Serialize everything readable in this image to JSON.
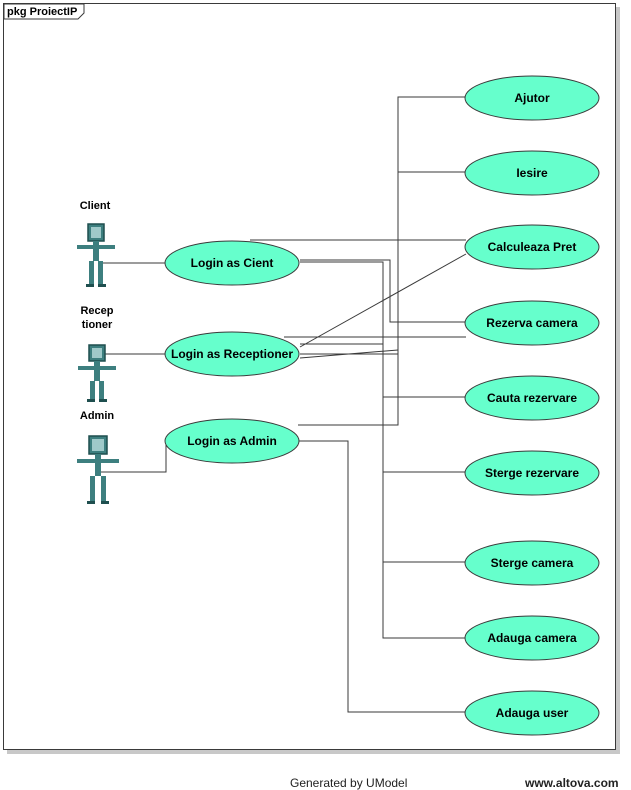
{
  "package": {
    "label": "pkg ProiectIP"
  },
  "actors": [
    {
      "id": "client",
      "lines": [
        "Client"
      ]
    },
    {
      "id": "receptioner",
      "lines": [
        "Recep",
        "tioner"
      ]
    },
    {
      "id": "admin",
      "lines": [
        "Admin"
      ]
    }
  ],
  "login_use_cases": [
    {
      "id": "login-client",
      "label": "Login as Cient"
    },
    {
      "id": "login-receptioner",
      "label": "Login as Receptioner"
    },
    {
      "id": "login-admin",
      "label": "Login as Admin"
    }
  ],
  "use_cases": [
    {
      "id": "ajutor",
      "label": "Ajutor"
    },
    {
      "id": "iesire",
      "label": "Iesire"
    },
    {
      "id": "calculeaza-pret",
      "label": "Calculeaza Pret"
    },
    {
      "id": "rezerva-camera",
      "label": "Rezerva camera"
    },
    {
      "id": "cauta-rezervare",
      "label": "Cauta rezervare"
    },
    {
      "id": "sterge-rezervare",
      "label": "Sterge rezervare"
    },
    {
      "id": "sterge-camera",
      "label": "Sterge camera"
    },
    {
      "id": "adauga-camera",
      "label": "Adauga camera"
    },
    {
      "id": "adauga-user",
      "label": "Adauga user"
    }
  ],
  "colors": {
    "usecase_fill": "#66ffcc",
    "actor_fill": "#3d7f7f",
    "actor_stroke": "#1f4f4f",
    "line": "#3a3a3a"
  },
  "footer": {
    "generated": "Generated by UModel",
    "site": "www.altova.com"
  }
}
